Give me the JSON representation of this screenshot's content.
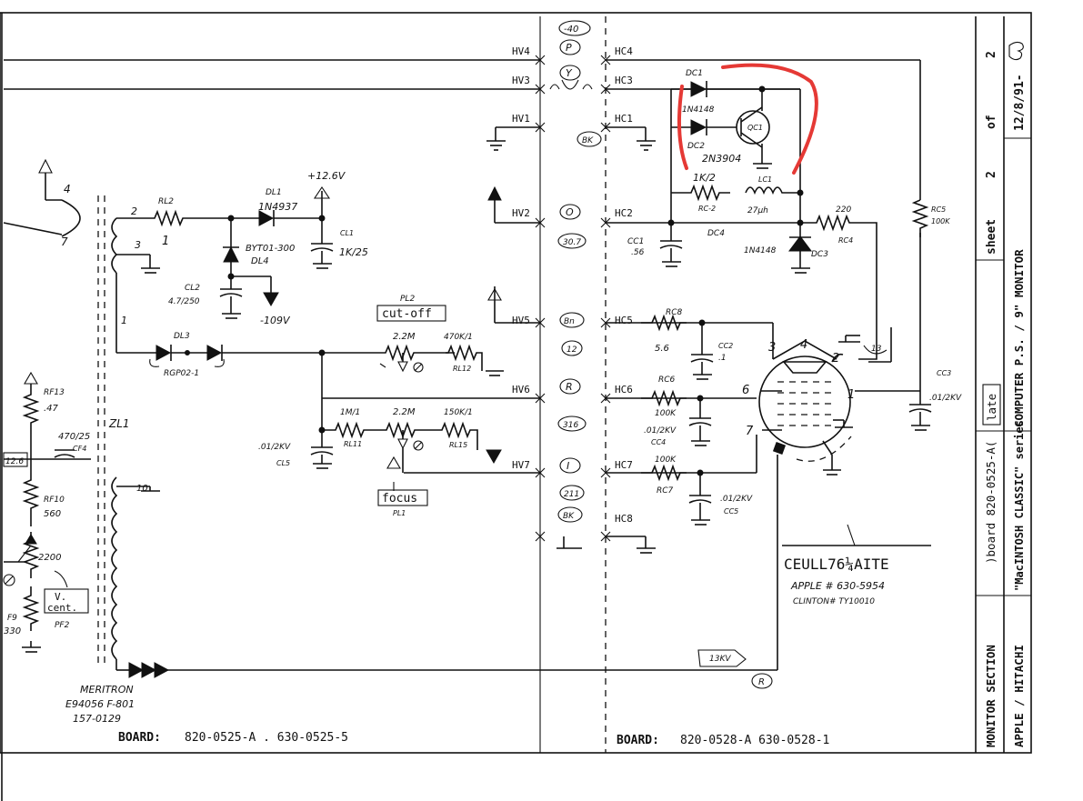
{
  "title_block": {
    "sheet_label": "sheet",
    "sheet_number": "2",
    "of_label": "of",
    "sheet_total": "2",
    "date": "12/8/91-",
    "system": "COMPUTER P.S. / 9\" MONITOR",
    "series": "\"MacINTOSH CLASSIC\" series",
    "board": ")board 820-0525-A(",
    "late": "late",
    "section": "MONITOR SECTION",
    "maker": "APPLE / HITACHI"
  },
  "footer": {
    "board_left_label": "BOARD:",
    "board_left_value": "820-0525-A . 630-0525-5",
    "board_right_label": "BOARD:",
    "board_right_value": "820-0528-A   630-0528-1"
  },
  "connectors_left": [
    "HV4",
    "HV3",
    "HV1",
    "HV2",
    "HV5",
    "HV6",
    "HV7"
  ],
  "connectors_right": [
    "HC4",
    "HC3",
    "HC1",
    "HC2",
    "HC5",
    "HC6",
    "HC7",
    "HC8"
  ],
  "signals": {
    "p": "P",
    "p_value": "-40",
    "y": "Y",
    "bk1": "BK",
    "o": "O",
    "o_value": "30.7",
    "bn": "Bn",
    "bn_value": "12",
    "r": "R",
    "r_value": "316",
    "i": "I",
    "i_value": "211",
    "bk2": "BK",
    "r_bottom": "R"
  },
  "components": {
    "dc1": "DC1",
    "d1n4148a": "1N4148",
    "dc2": "DC2",
    "qc1": "QC1",
    "q_part": "2N3904",
    "r1k2": "1K/2",
    "rc2": "RC-2",
    "lc1": "LC1",
    "lc1_value": "27µh",
    "dc4": "DC4",
    "d1n4148b": "1N4148",
    "dc3": "DC3",
    "cc1": "CC1",
    "cc1_value": ".56",
    "r220": "220",
    "rc4": "RC4",
    "rc5": "RC5",
    "rc5_value": "100K",
    "rc8": "RC8",
    "rc8_value": "5.6",
    "cc2": "CC2",
    "cc2_value": ".1",
    "rc6": "RC6",
    "rc6_value": "100K",
    "cc4_value": ".01/2KV",
    "cc4": "CC4",
    "rc7_value": "100K",
    "rc7": "RC7",
    "cc5_value": ".01/2KV",
    "cc5": "CC5",
    "cc3": "CC3",
    "cc3_value": ".01/2KV",
    "dl1": "DL1",
    "dl1_part": "1N4937",
    "v12": "+12.6V",
    "cl1": "CL1",
    "cl1_value": "1K/25",
    "byt": "BYT01-300",
    "dl4": "DL4",
    "cl2": "CL2",
    "cl2_value": "4.7/250",
    "v109": "-109V",
    "rl2": "RL2",
    "rl2_1": "1",
    "dl3": "DL3",
    "rgp": "RGP02-1",
    "pl2": "PL2",
    "cutoff": "cut-off",
    "pl2_value": "2.2M",
    "rl12_value": "470K/1",
    "rl12": "RL12",
    "rl11_value": "1M/1",
    "rl11": "RL11",
    "pl1_value": "2.2M",
    "rl15_value": "150K/1",
    "rl15": "RL15",
    "focus": "focus",
    "pl1": "PL1",
    "cl5_value": ".01/2KV",
    "cl5": "CL5",
    "zl1": "ZL1",
    "rf13": "RF13",
    "rf13_value": ".47",
    "cf4_value": "470/25",
    "cf4": "CF4",
    "v126": "12.6",
    "rf10": "RF10",
    "rf10_value": "560",
    "r2200": "2200",
    "vcent_1": "V.",
    "vcent_2": "cent.",
    "pf2": "PF2",
    "f9": "F9",
    "f9_value": "330",
    "meritron": "MERITRON",
    "meritron_pn": "E94056 F-801",
    "meritron_no": "157-0129",
    "t4": "4",
    "t7": "7",
    "t2": "2",
    "t3": "3",
    "t1": "1",
    "t10": "10",
    "kv13": "13KV",
    "crt_part": "CEULL76¼AITE",
    "apple_pn": "APPLE # 630-5954",
    "clinton_pn": "CLINTON# TY10010",
    "pin3": "3",
    "pin4": "4",
    "pin2": "2",
    "pin6": "6",
    "pin1": "1",
    "pin7": "7",
    "pin13": "13"
  }
}
